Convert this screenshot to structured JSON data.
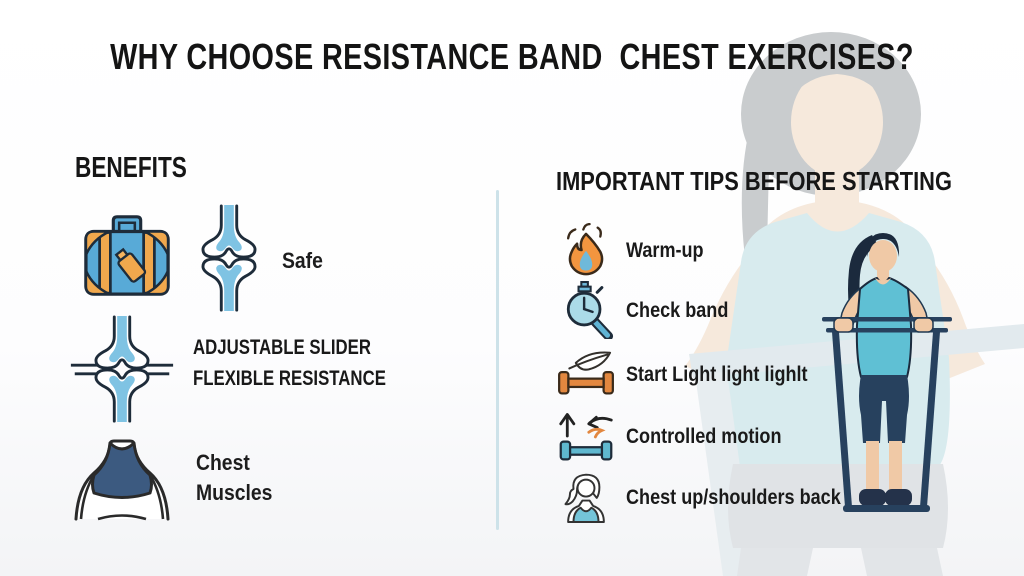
{
  "title": "WHY CHOOSE RESISTANCE BAND  CHEST EXERCISES?",
  "benefits": {
    "heading": "BENEFITS",
    "safe": {
      "icons": [
        "suitcase-icon",
        "knee-joint-icon"
      ],
      "label": "Safe"
    },
    "adjustable": {
      "icon": "adjustable-joint-icon",
      "line1": "ADJUSTABLE SLIDER",
      "line2": "FLEXIBLE RESISTANCE"
    },
    "chest": {
      "icon": "chest-muscles-icon",
      "line1": "Chest",
      "line2": "Muscles"
    }
  },
  "tips": {
    "heading": "IMPORTANT TIPS BEFORE STARTING",
    "items": [
      {
        "icon": "flame-icon",
        "label": "Warm-up"
      },
      {
        "icon": "stopwatch-check-icon",
        "label": "Check band"
      },
      {
        "icon": "light-dumbbell-feather-icon",
        "label": "Start Light light lighlt"
      },
      {
        "icon": "controlled-motion-dumbbell-icon",
        "label": "Controlled motion"
      },
      {
        "icon": "posture-woman-icon",
        "label": "Chest up/shoulders back"
      }
    ]
  },
  "illustrations": {
    "foreground": "small woman standing on a long resistance band, gripping it at both sides",
    "background": "large faded woman figure exercising with a band"
  },
  "colors": {
    "title_text": "#141414",
    "label_text": "#1a1a1a",
    "divider": "#cde2e9",
    "icon_blue": "#58aad7",
    "icon_light_blue": "#7fc3e3",
    "icon_orange": "#f0a84d",
    "icon_teal": "#5fb8cf",
    "outline_navy": "#1e2c3a",
    "bra_navy": "#3c5a80",
    "band_navy": "#27415e",
    "faded_skin": "#f6e9dc",
    "faded_hair": "#c9ccce",
    "faded_top": "#d8ebee"
  }
}
